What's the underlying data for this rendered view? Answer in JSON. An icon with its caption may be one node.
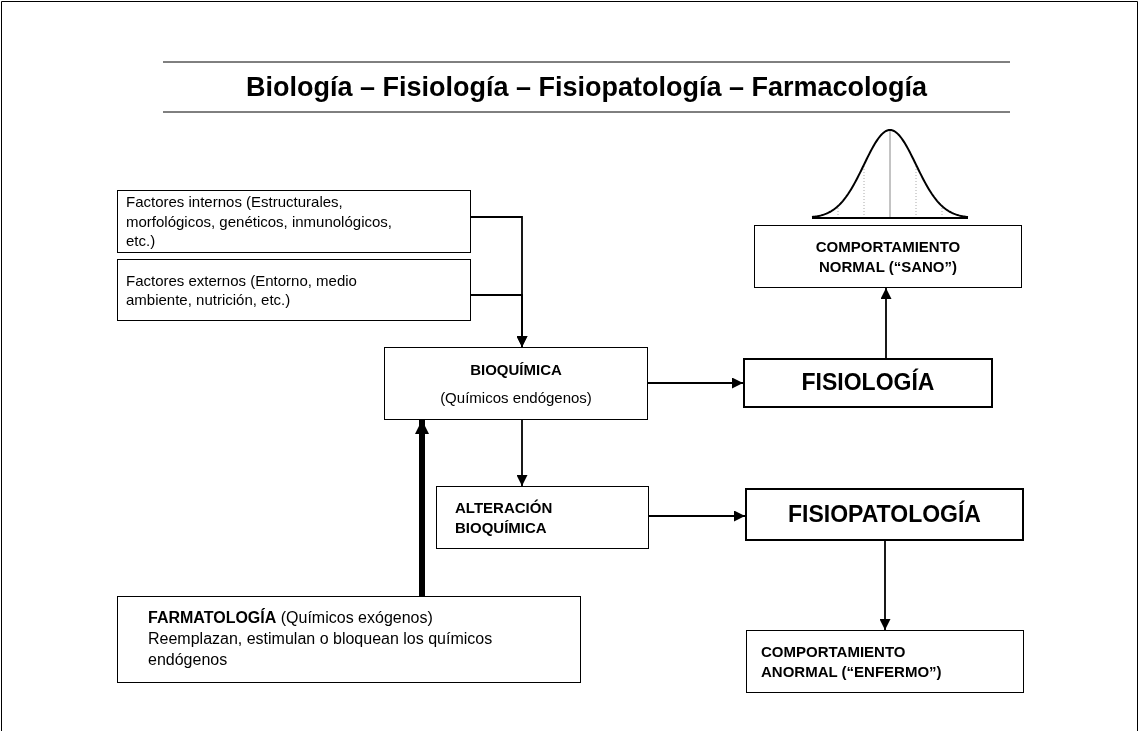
{
  "diagram": {
    "title": "Biología – Fisiología – Fisiopatología – Farmacología",
    "nodes": [
      {
        "text": [
          "Factores internos (Estructurales, morfológicos, genéticos, inmunológicos, etc.)"
        ]
      },
      {
        "text": [
          "Factores externos (Entorno, medio ambiente, nutrición, etc.)"
        ]
      },
      {
        "text": [
          "BIOQUÍMICA",
          "(Químicos endógenos)"
        ]
      },
      {
        "text": [
          "ALTERACIÓN BIOQUÍMICA"
        ]
      },
      {
        "text": [
          "**FARMATOLOGÍA** (Químicos exógenos) Reemplazan, estimulan o bloquean los químicos endógenos"
        ]
      },
      {
        "text": [
          "FISIOLOGÍA"
        ]
      },
      {
        "text": [
          "FISIOPATOLOGÍA"
        ]
      },
      {
        "text": [
          "COMPORTAMIENTO NORMAL (“SANO”)"
        ]
      },
      {
        "text": [
          "COMPORTAMIENTO ANORMAL (“ENFERMO”)"
        ]
      }
    ],
    "edges": [
      {
        "from": 0,
        "to": 2,
        "arrow": "to"
      },
      {
        "from": 1,
        "to": 2,
        "arrow": "to"
      },
      {
        "from": 2,
        "to": 5,
        "arrow": "to"
      },
      {
        "from": 5,
        "to": 7,
        "arrow": "to"
      },
      {
        "from": 2,
        "to": 3,
        "arrow": "to"
      },
      {
        "from": 3,
        "to": 6,
        "arrow": "to"
      },
      {
        "from": 6,
        "to": 8,
        "arrow": "to"
      },
      {
        "from": 4,
        "to": 2,
        "arrow": "to",
        "style": "thick"
      }
    ]
  }
}
